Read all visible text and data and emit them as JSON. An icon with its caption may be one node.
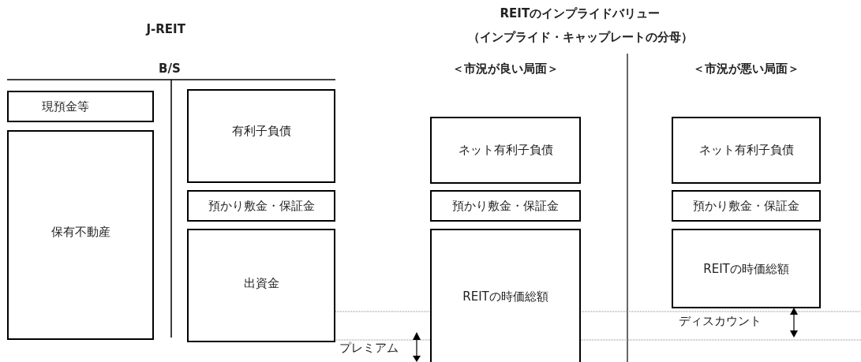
{
  "diagram": {
    "nodes": [
      {
        "text": [
          "現預金等"
        ]
      },
      {
        "text": [
          "保有不動産"
        ]
      },
      {
        "text": [
          "有利子負債"
        ]
      },
      {
        "text": [
          "預かり敷金・保証金"
        ]
      },
      {
        "text": [
          "出資金"
        ]
      },
      {
        "text": [
          "ネット有利子負債"
        ]
      },
      {
        "text": [
          "預かり敷金・保証金"
        ]
      },
      {
        "text": [
          "REITの時価総額"
        ]
      },
      {
        "text": [
          "ネット有利子負債"
        ]
      },
      {
        "text": [
          "預かり敷金・保証金"
        ]
      },
      {
        "text": [
          "REITの時価総額"
        ]
      }
    ],
    "edges": [],
    "labels": [
      "J-REIT",
      "REITのインプライドバリュー",
      "（インプライド・キャップレートの分母）",
      "B/S",
      "＜市況が良い局面＞",
      "＜市況が悪い局面＞",
      "ディスカウント",
      "プレミアム"
    ]
  }
}
